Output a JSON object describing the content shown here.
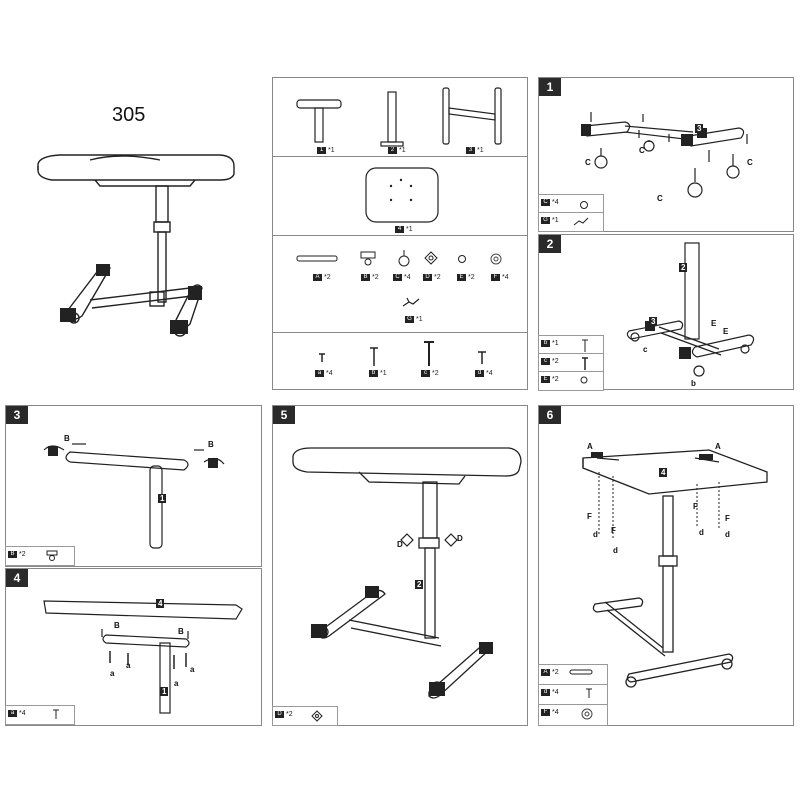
{
  "model": "305",
  "parts_header": [
    {
      "id": "1",
      "qty": "*1"
    },
    {
      "id": "2",
      "qty": "*1"
    },
    {
      "id": "3",
      "qty": "*1"
    }
  ],
  "top_part": {
    "id": "4",
    "qty": "*1"
  },
  "hardware": [
    {
      "id": "A",
      "qty": "*2"
    },
    {
      "id": "B",
      "qty": "*2"
    },
    {
      "id": "C",
      "qty": "*4"
    },
    {
      "id": "D",
      "qty": "*2"
    },
    {
      "id": "E",
      "qty": "*2"
    },
    {
      "id": "F",
      "qty": "*4"
    }
  ],
  "tool": {
    "id": "G",
    "qty": "*1"
  },
  "screws": [
    {
      "id": "a",
      "qty": "*4"
    },
    {
      "id": "b",
      "qty": "*1"
    },
    {
      "id": "c",
      "qty": "*2"
    },
    {
      "id": "d",
      "qty": "*4"
    }
  ],
  "steps": {
    "s1": {
      "num": "1",
      "labels": {
        "c": "C",
        "bar": "3"
      },
      "legend": [
        {
          "id": "C",
          "qty": "*4"
        },
        {
          "id": "G",
          "qty": "*1"
        }
      ]
    },
    "s2": {
      "num": "2",
      "labels": {
        "post": "2",
        "bar": "3",
        "e": "E",
        "c": "c",
        "b": "b"
      },
      "legend": [
        {
          "id": "b",
          "qty": "*1"
        },
        {
          "id": "c",
          "qty": "*2"
        },
        {
          "id": "E",
          "qty": "*2"
        }
      ]
    },
    "s3": {
      "num": "3",
      "labels": {
        "b": "B",
        "post": "1"
      },
      "legend": [
        {
          "id": "B",
          "qty": "*2"
        }
      ]
    },
    "s4": {
      "num": "4",
      "labels": {
        "top": "4",
        "b": "B",
        "a": "a",
        "post": "1"
      },
      "legend": [
        {
          "id": "a",
          "qty": "*4"
        }
      ]
    },
    "s5": {
      "num": "5",
      "labels": {
        "d": "D",
        "post": "2"
      },
      "legend": [
        {
          "id": "D",
          "qty": "*2"
        }
      ]
    },
    "s6": {
      "num": "6",
      "labels": {
        "a": "A",
        "top": "4",
        "f": "F",
        "d": "d"
      },
      "legend": [
        {
          "id": "A",
          "qty": "*2"
        },
        {
          "id": "d",
          "qty": "*4"
        },
        {
          "id": "F",
          "qty": "*4"
        }
      ]
    }
  }
}
